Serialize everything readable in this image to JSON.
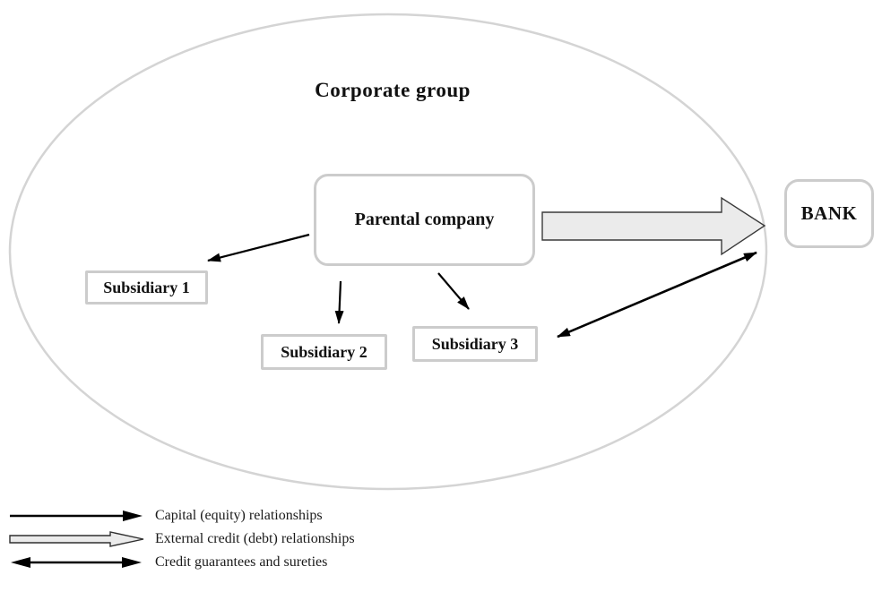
{
  "diagram": {
    "group_label": "Corporate group",
    "nodes": {
      "parent": "Parental company",
      "sub1": "Subsidiary 1",
      "sub2": "Subsidiary 2",
      "sub3": "Subsidiary 3",
      "bank": "BANK"
    },
    "relationships": [
      {
        "from": "Parental company",
        "to": "Subsidiary 1",
        "type": "capital"
      },
      {
        "from": "Parental company",
        "to": "Subsidiary 2",
        "type": "capital"
      },
      {
        "from": "Parental company",
        "to": "Subsidiary 3",
        "type": "capital"
      },
      {
        "from": "Parental company",
        "to": "BANK",
        "type": "external-credit"
      },
      {
        "from": "Subsidiary 3",
        "to": "BANK",
        "type": "guarantee",
        "bidirectional": true
      }
    ],
    "legend": [
      {
        "icon": "capital-arrow-icon",
        "label": "Capital (equity) relationships"
      },
      {
        "icon": "external-credit-arrow-icon",
        "label": "External credit (debt) relationships"
      },
      {
        "icon": "guarantee-arrow-icon",
        "label": "Credit guarantees and sureties"
      }
    ],
    "colors": {
      "ellipse_stroke": "#d4d4d4",
      "box_border": "#cccccc",
      "arrow_black": "#000000",
      "block_arrow_fill": "#ebebeb",
      "block_arrow_stroke": "#3a3a3a",
      "text": "#111111"
    }
  }
}
